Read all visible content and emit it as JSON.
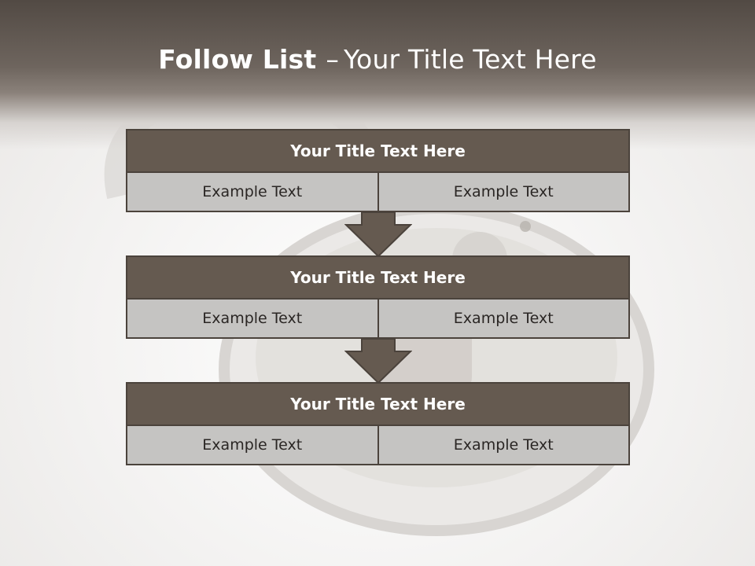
{
  "title": {
    "bold": "Follow List",
    "dash": "–",
    "rest": "Your Title Text Here"
  },
  "blocks": [
    {
      "title": "Your Title Text Here",
      "left": "Example Text",
      "right": "Example Text"
    },
    {
      "title": "Your Title Text Here",
      "left": "Example Text",
      "right": "Example Text"
    },
    {
      "title": "Your Title Text Here",
      "left": "Example Text",
      "right": "Example Text"
    }
  ],
  "colors": {
    "block_title_bg": "#655a50",
    "cell_bg": "#c5c4c2",
    "border": "#4b433c",
    "header_band": "#5b534c"
  },
  "background_image": "padlock-photo"
}
